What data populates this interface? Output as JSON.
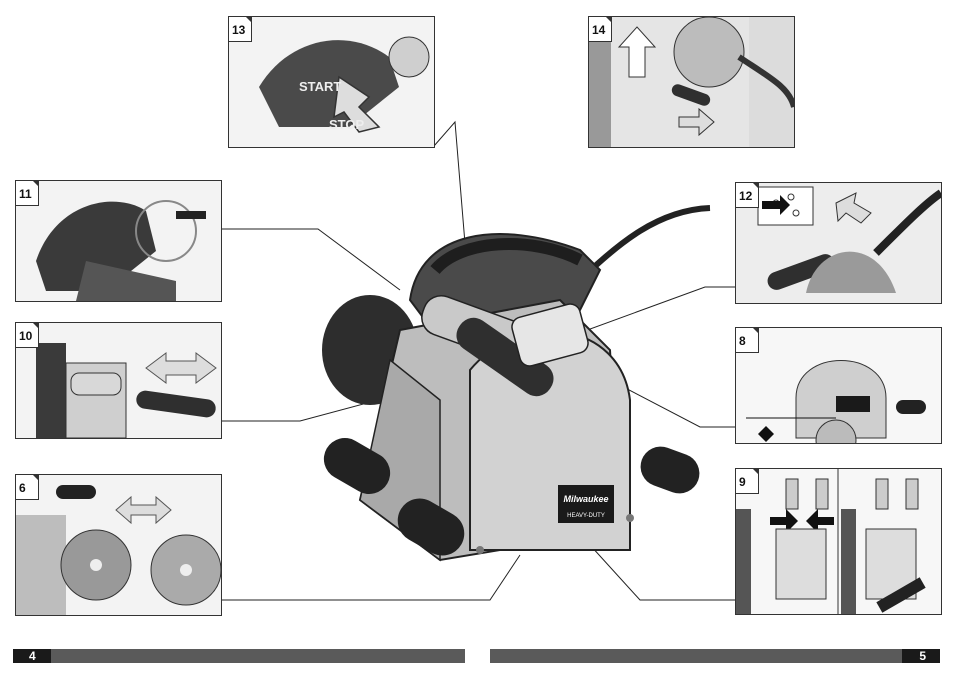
{
  "panels": {
    "p13": {
      "number": "13",
      "start_label": "START",
      "stop_label": "STOP"
    },
    "p14": {
      "number": "14"
    },
    "p11": {
      "number": "11"
    },
    "p12": {
      "number": "12"
    },
    "p10": {
      "number": "10"
    },
    "p8": {
      "number": "8"
    },
    "p6": {
      "number": "6"
    },
    "p9": {
      "number": "9"
    }
  },
  "brand_badge": {
    "brand": "Milwaukee",
    "line": "HEAVY-DUTY"
  },
  "footer": {
    "page_left": "4",
    "page_right": "5"
  },
  "colors": {
    "tool_body": "#c8c8c8",
    "handle": "#3a3a3a",
    "footer_dark": "#1a1a1a",
    "footer_mid": "#5a5a5a"
  }
}
